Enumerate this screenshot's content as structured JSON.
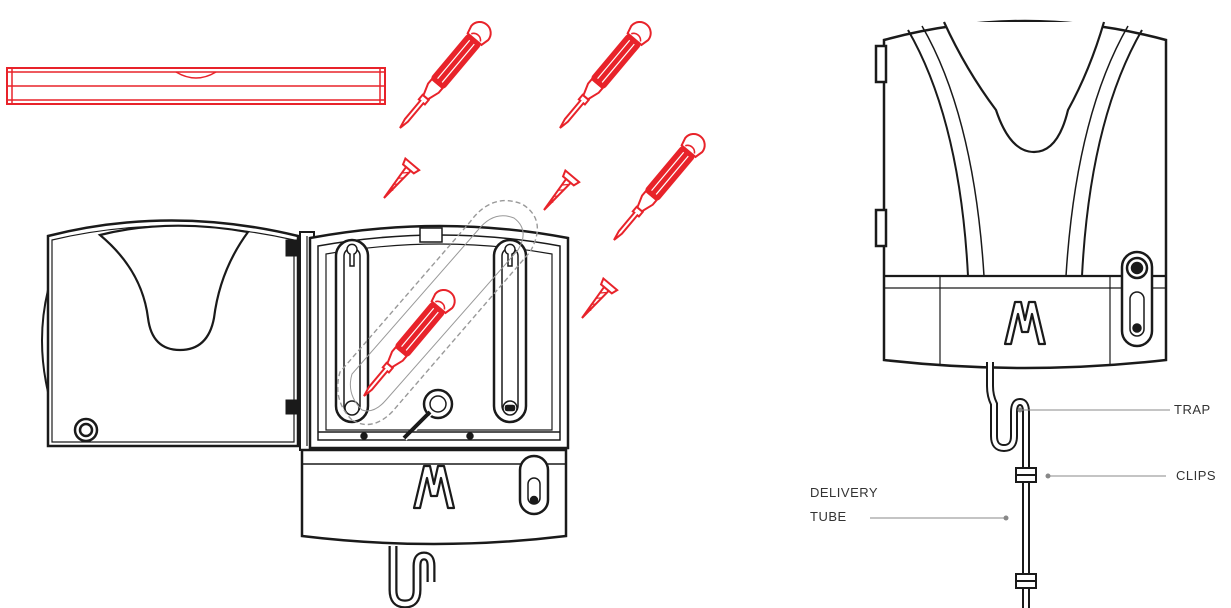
{
  "colors": {
    "tool": "#e8232a",
    "tool_dark": "#c4161d",
    "line": "#1a1a1a",
    "leader": "#888888",
    "text": "#333333"
  },
  "icons": {
    "level": "spirit-level-icon",
    "screwdriver": "screwdriver-icon",
    "screw": "screw-icon",
    "logo": "brand-logo-icon"
  },
  "callouts": {
    "trap": "TRAP",
    "clips": "CLIPS",
    "delivery_line1": "DELIVERY",
    "delivery_line2": "TUBE"
  }
}
